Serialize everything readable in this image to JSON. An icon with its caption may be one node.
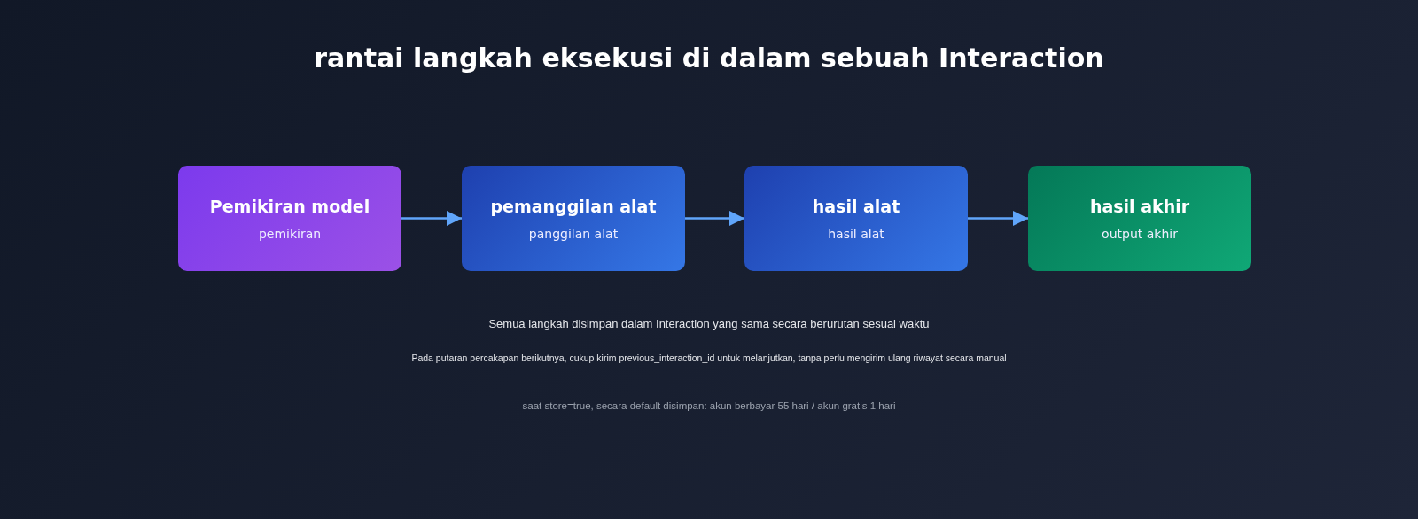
{
  "diagram": {
    "title": "rantai langkah eksekusi di dalam sebuah Interaction",
    "nodes": [
      {
        "text": [
          "Pemikiran model",
          "pemikiran"
        ]
      },
      {
        "text": [
          "pemanggilan alat",
          "panggilan alat"
        ]
      },
      {
        "text": [
          "hasil alat",
          "hasil alat"
        ]
      },
      {
        "text": [
          "hasil akhir",
          "output akhir"
        ]
      }
    ],
    "edges": [
      {
        "from": 0,
        "to": 1,
        "arrow": "to"
      },
      {
        "from": 1,
        "to": 2,
        "arrow": "to"
      },
      {
        "from": 2,
        "to": 3,
        "arrow": "to"
      }
    ],
    "labels": [
      "Semua langkah disimpan dalam Interaction yang sama secara berurutan sesuai waktu",
      "Pada putaran percakapan berikutnya, cukup kirim previous_interaction_id untuk melanjutkan, tanpa perlu mengirim ulang riwayat secara manual",
      "saat store=true, secara default disimpan: akun berbayar 55 hari / akun gratis 1 hari"
    ]
  }
}
